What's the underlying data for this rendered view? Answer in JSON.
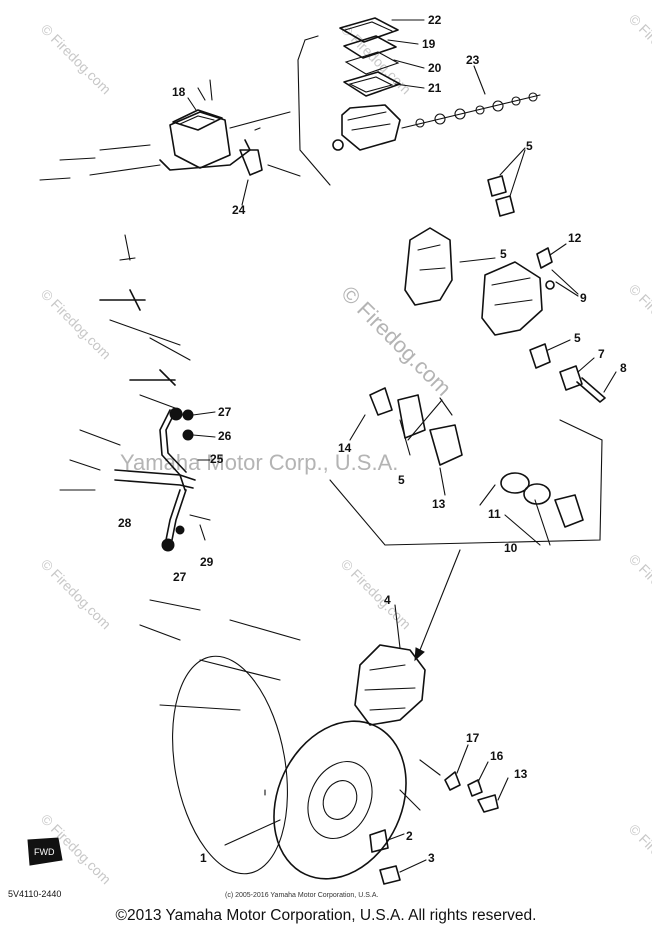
{
  "diagram": {
    "part_callouts": [
      {
        "id": "c22",
        "label": "22"
      },
      {
        "id": "c19",
        "label": "19"
      },
      {
        "id": "c20",
        "label": "20"
      },
      {
        "id": "c21",
        "label": "21"
      },
      {
        "id": "c23",
        "label": "23"
      },
      {
        "id": "c18",
        "label": "18"
      },
      {
        "id": "c24",
        "label": "24"
      },
      {
        "id": "c5a",
        "label": "5"
      },
      {
        "id": "c5b",
        "label": "5"
      },
      {
        "id": "c12",
        "label": "12"
      },
      {
        "id": "c9",
        "label": "9"
      },
      {
        "id": "c5c",
        "label": "5"
      },
      {
        "id": "c7",
        "label": "7"
      },
      {
        "id": "c8",
        "label": "8"
      },
      {
        "id": "c27a",
        "label": "27"
      },
      {
        "id": "c26",
        "label": "26"
      },
      {
        "id": "c25",
        "label": "25"
      },
      {
        "id": "c14",
        "label": "14"
      },
      {
        "id": "c5d",
        "label": "5"
      },
      {
        "id": "c13a",
        "label": "13"
      },
      {
        "id": "c11",
        "label": "11"
      },
      {
        "id": "c10",
        "label": "10"
      },
      {
        "id": "c28",
        "label": "28"
      },
      {
        "id": "c29",
        "label": "29"
      },
      {
        "id": "c27b",
        "label": "27"
      },
      {
        "id": "c4",
        "label": "4"
      },
      {
        "id": "c17",
        "label": "17"
      },
      {
        "id": "c16",
        "label": "16"
      },
      {
        "id": "c13b",
        "label": "13"
      },
      {
        "id": "c1",
        "label": "1"
      },
      {
        "id": "c2",
        "label": "2"
      },
      {
        "id": "c3",
        "label": "3"
      }
    ],
    "diagram_code": "5V4110-2440",
    "watermark_site": "© Firedog.com",
    "watermark_corp": "Yamaha Motor Corp., U.S.A.",
    "source_copyright": "(c) 2005-2016 Yamaha Motor Corporation, U.S.A.",
    "fwd_label": "FWD"
  },
  "footer": {
    "copyright": "©2013 Yamaha Motor Corporation, U.S.A. All rights reserved."
  },
  "colors": {
    "ink": "#111111",
    "watermark": "#c8c8c8",
    "background": "#ffffff"
  }
}
